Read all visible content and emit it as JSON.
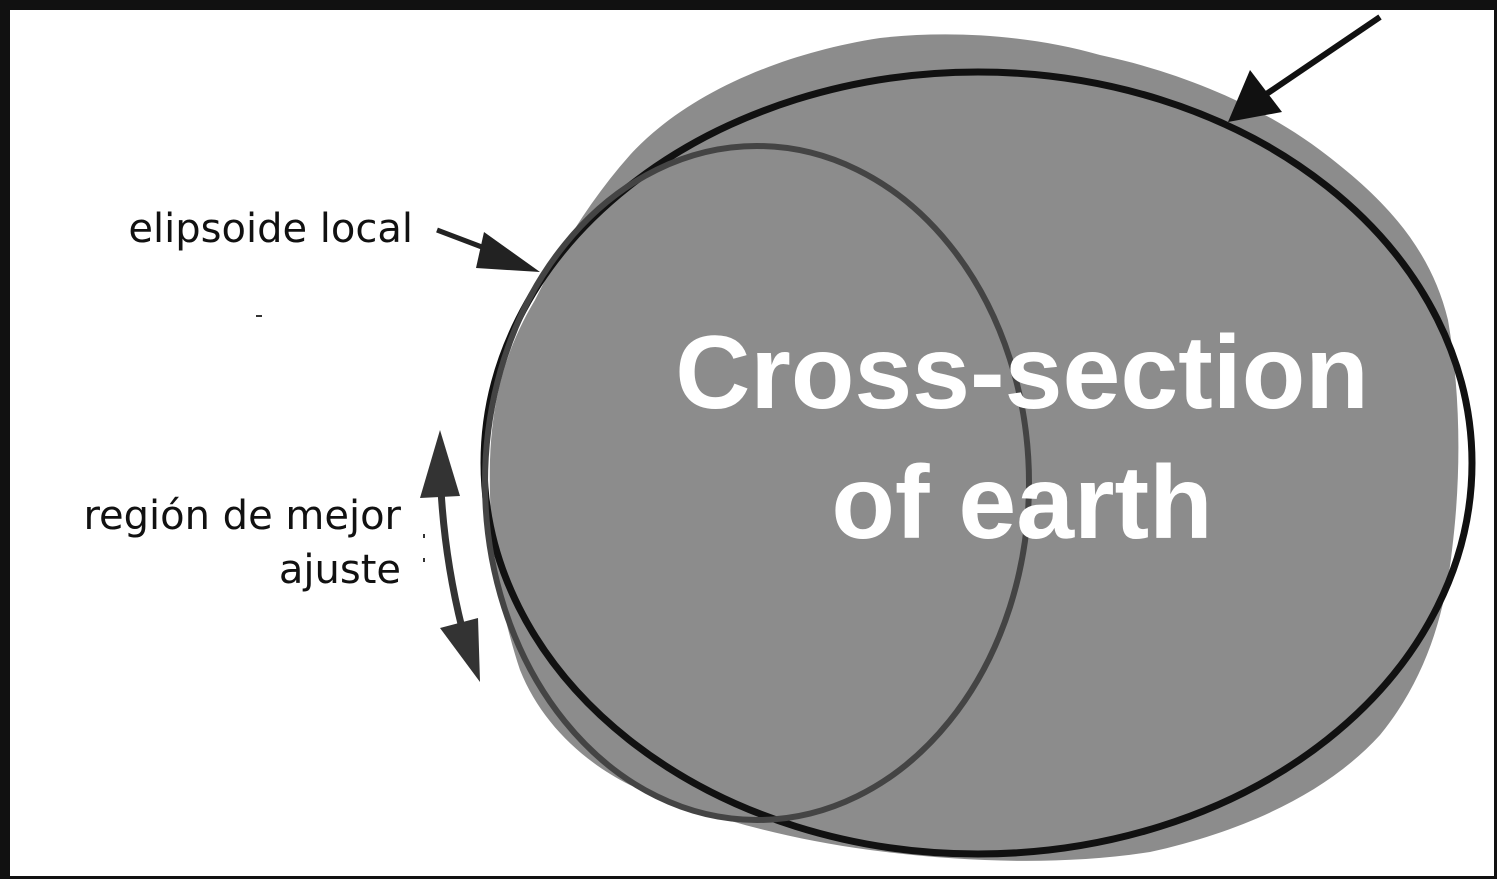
{
  "labels": {
    "local_ellipsoid": "elipsoide local",
    "best_fit_region_line1": "región de mejor",
    "best_fit_region_line2": "ajuste"
  },
  "title": {
    "line1": "Cross-section",
    "line2": "of earth"
  },
  "colors": {
    "earth_fill": "#8c8c8c",
    "outer_ellipse_stroke": "#111111",
    "local_ellipse_stroke": "#444444",
    "arrow": "#222222",
    "title_text": "#ffffff"
  }
}
